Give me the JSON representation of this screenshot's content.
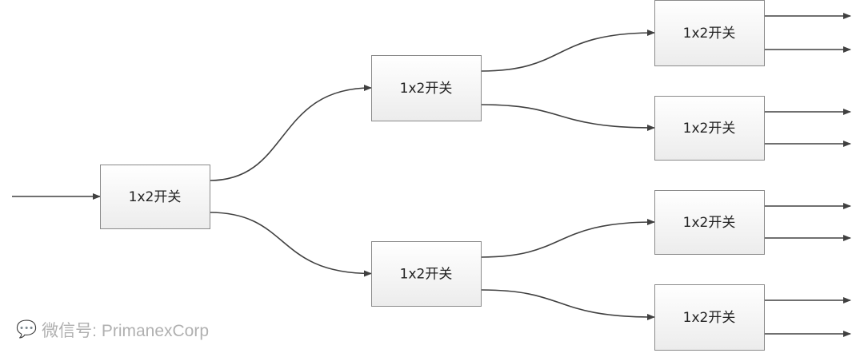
{
  "nodes": [
    {
      "id": "root",
      "label": "1x2开关"
    },
    {
      "id": "mid-top",
      "label": "1x2开关"
    },
    {
      "id": "mid-bottom",
      "label": "1x2开关"
    },
    {
      "id": "leaf-1",
      "label": "1x2开关"
    },
    {
      "id": "leaf-2",
      "label": "1x2开关"
    },
    {
      "id": "leaf-3",
      "label": "1x2开关"
    },
    {
      "id": "leaf-4",
      "label": "1x2开关"
    }
  ],
  "edges": [
    {
      "from": "input",
      "to": "root"
    },
    {
      "from": "root",
      "to": "mid-top"
    },
    {
      "from": "root",
      "to": "mid-bottom"
    },
    {
      "from": "mid-top",
      "to": "leaf-1"
    },
    {
      "from": "mid-top",
      "to": "leaf-2"
    },
    {
      "from": "mid-bottom",
      "to": "leaf-3"
    },
    {
      "from": "mid-bottom",
      "to": "leaf-4"
    },
    {
      "from": "leaf-1",
      "to": "output"
    },
    {
      "from": "leaf-1",
      "to": "output"
    },
    {
      "from": "leaf-2",
      "to": "output"
    },
    {
      "from": "leaf-2",
      "to": "output"
    },
    {
      "from": "leaf-3",
      "to": "output"
    },
    {
      "from": "leaf-3",
      "to": "output"
    },
    {
      "from": "leaf-4",
      "to": "output"
    },
    {
      "from": "leaf-4",
      "to": "output"
    }
  ],
  "watermark": "微信号: PrimanexCorp"
}
